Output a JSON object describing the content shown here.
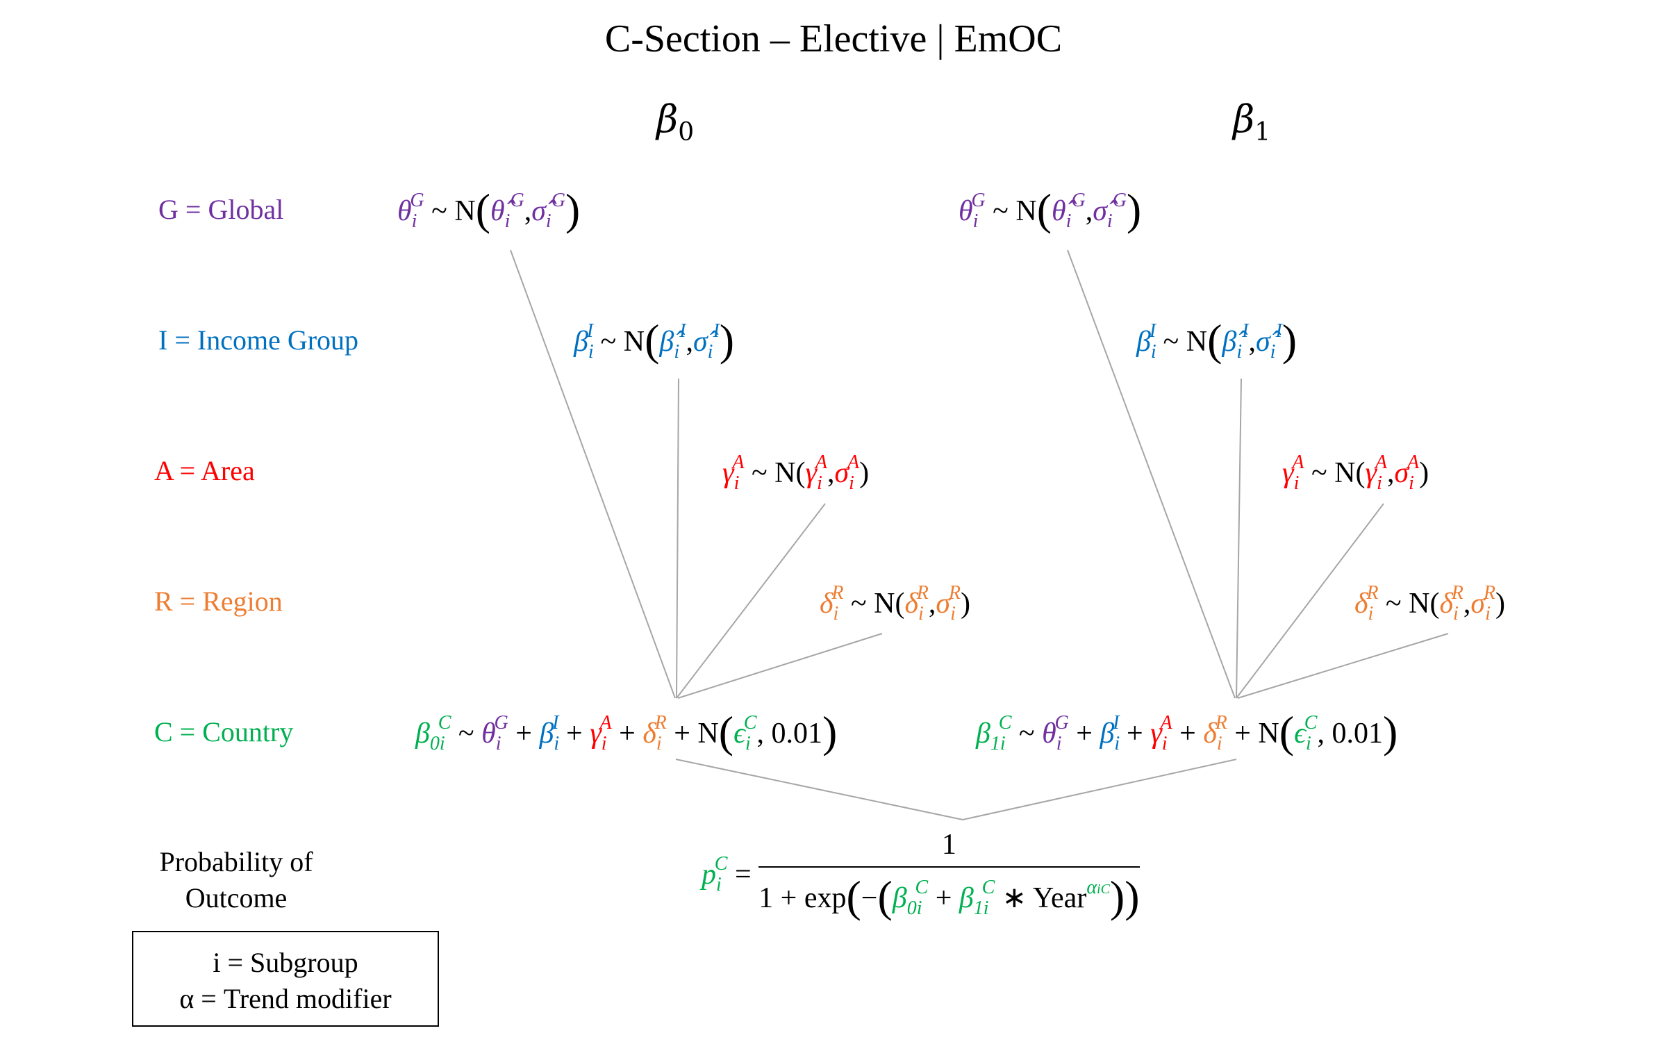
{
  "title": "C-Section – Elective | EmOC",
  "columns": [
    {
      "symbol": "β",
      "subscript": "0"
    },
    {
      "symbol": "β",
      "subscript": "1"
    }
  ],
  "levels": [
    {
      "label": "G = Global",
      "color": "#7030A0"
    },
    {
      "label": "I = Income Group",
      "color": "#0070C0"
    },
    {
      "label": "A = Area",
      "color": "#FF0000"
    },
    {
      "label": "R = Region",
      "color": "#ED7D31"
    },
    {
      "label": "C = Country",
      "color": "#00B050"
    }
  ],
  "probability_label": "Probability of Outcome",
  "legend": {
    "line1": "i = Subgroup",
    "line2": "α = Trend modifier"
  },
  "constants": {
    "country_sd": "0.01",
    "one": "1",
    "year": "Year"
  }
}
